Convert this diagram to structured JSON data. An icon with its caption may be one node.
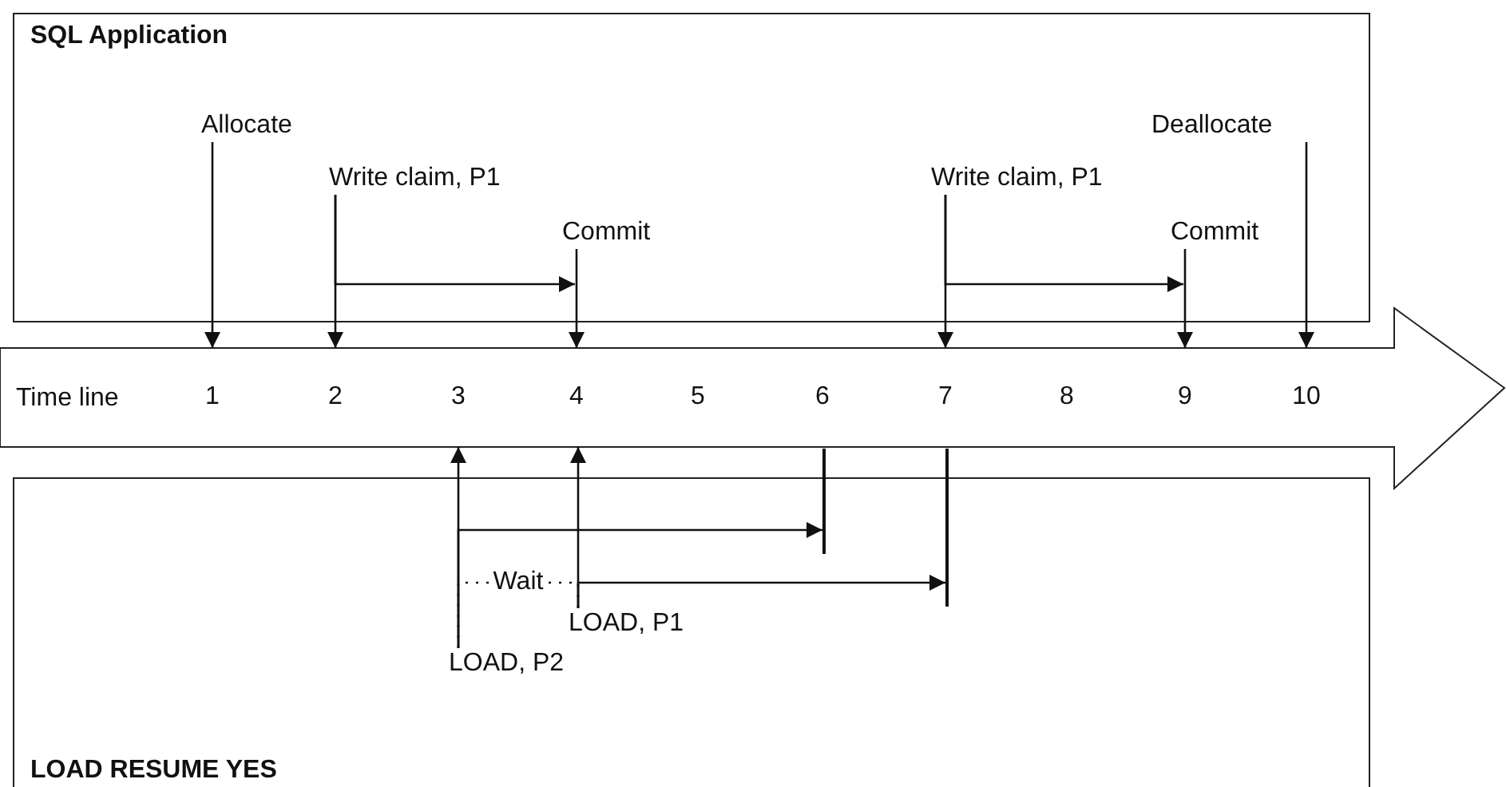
{
  "diagram": {
    "nodes": [
      {
        "text": [
          "SQL Application"
        ]
      },
      {
        "text": [
          "Allocate"
        ],
        "in": 0
      },
      {
        "text": [
          "Write claim, P1"
        ],
        "in": 0
      },
      {
        "text": [
          "Commit"
        ],
        "in": 0
      },
      {
        "text": [
          "Write claim, P1"
        ],
        "in": 0
      },
      {
        "text": [
          "Commit"
        ],
        "in": 0
      },
      {
        "text": [
          "Deallocate"
        ],
        "in": 0
      },
      {
        "text": [
          "Time line"
        ]
      },
      {
        "text": [
          "1"
        ],
        "in": 7
      },
      {
        "text": [
          "2"
        ],
        "in": 7
      },
      {
        "text": [
          "3"
        ],
        "in": 7
      },
      {
        "text": [
          "4"
        ],
        "in": 7
      },
      {
        "text": [
          "5"
        ],
        "in": 7
      },
      {
        "text": [
          "6"
        ],
        "in": 7
      },
      {
        "text": [
          "7"
        ],
        "in": 7
      },
      {
        "text": [
          "8"
        ],
        "in": 7
      },
      {
        "text": [
          "9"
        ],
        "in": 7
      },
      {
        "text": [
          "10"
        ],
        "in": 7
      },
      {
        "text": [
          "LOAD RESUME YES"
        ]
      },
      {
        "text": [
          "LOAD, P1"
        ],
        "in": 18
      },
      {
        "text": [
          "LOAD, P2"
        ],
        "in": 18
      },
      {
        "text": [],
        "shape": "bar"
      },
      {
        "text": [],
        "shape": "bar"
      }
    ],
    "edges": [
      {
        "from": 1,
        "to": 8,
        "arrow": "to"
      },
      {
        "from": 2,
        "to": 9,
        "arrow": "to"
      },
      {
        "from": 2,
        "to": 3,
        "arrow": "to"
      },
      {
        "from": 3,
        "to": 11,
        "arrow": "to"
      },
      {
        "from": 4,
        "to": 14,
        "arrow": "to"
      },
      {
        "from": 4,
        "to": 5,
        "arrow": "to"
      },
      {
        "from": 5,
        "to": 16,
        "arrow": "to"
      },
      {
        "from": 6,
        "to": 17,
        "arrow": "to"
      },
      {
        "from": 20,
        "to": 10,
        "arrow": "to"
      },
      {
        "from": 20,
        "to": 21,
        "arrow": "to"
      },
      {
        "from": 19,
        "to": 11,
        "arrow": "to"
      },
      {
        "from": 19,
        "to": 22,
        "arrow": "to"
      },
      {
        "from": 20,
        "to": 19,
        "arrow": "none",
        "label": "Wait",
        "style": "dashed"
      }
    ]
  }
}
